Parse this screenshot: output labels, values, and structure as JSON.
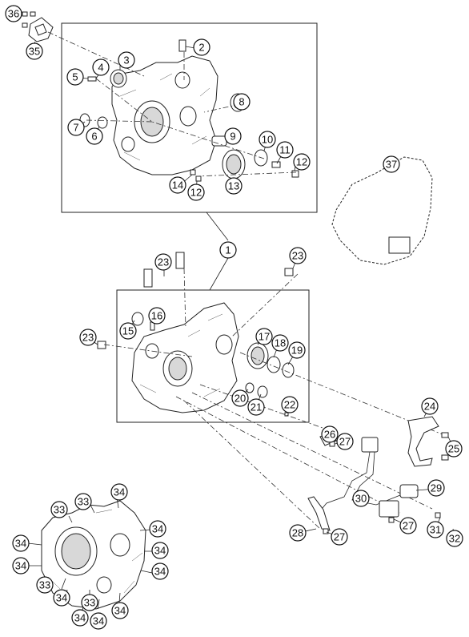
{
  "diagram": {
    "callouts": {
      "c1": "1",
      "c2": "2",
      "c3": "3",
      "c4": "4",
      "c5": "5",
      "c6": "6",
      "c7": "7",
      "c8": "8",
      "c9": "9",
      "c10": "10",
      "c11": "11",
      "c12a": "12",
      "c12b": "12",
      "c13": "13",
      "c14": "14",
      "c15": "15",
      "c16": "16",
      "c17": "17",
      "c18": "18",
      "c19": "19",
      "c20": "20",
      "c21": "21",
      "c22": "22",
      "c23a": "23",
      "c23b": "23",
      "c23c": "23",
      "c24": "24",
      "c25": "25",
      "c26": "26",
      "c27a": "27",
      "c27b": "27",
      "c27c": "27",
      "c28": "28",
      "c29": "29",
      "c30": "30",
      "c31": "31",
      "c32": "32",
      "c33a": "33",
      "c33b": "33",
      "c33c": "33",
      "c33d": "33",
      "c34a": "34",
      "c34b": "34",
      "c34c": "34",
      "c34d": "34",
      "c34e": "34",
      "c34f": "34",
      "c34g": "34",
      "c34h": "34",
      "c34i": "34",
      "c34j": "34",
      "c35": "35",
      "c36": "36",
      "c37": "37"
    }
  }
}
